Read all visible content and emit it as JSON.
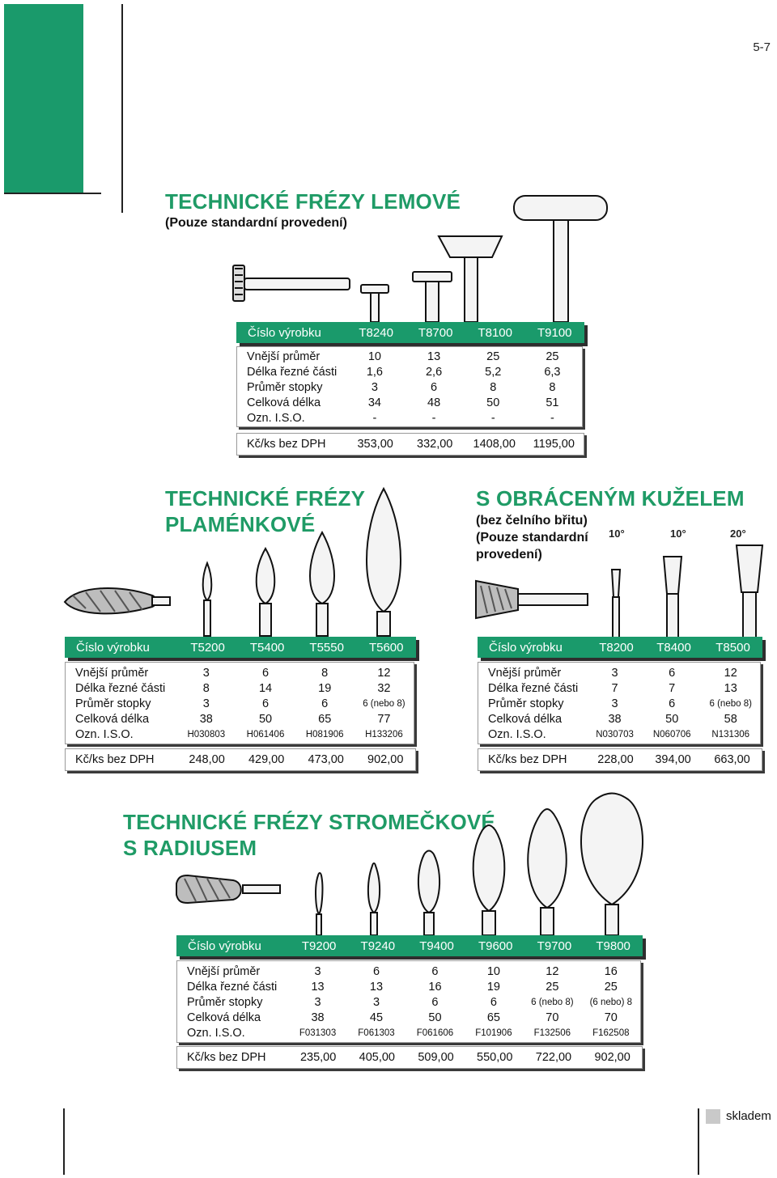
{
  "page_number": "5-7",
  "sections": {
    "lemove": {
      "title": "TECHNICKÉ FRÉZY LEMOVÉ",
      "subtitle": "(Pouze standardní provedení)",
      "header": [
        "Číslo výrobku",
        "T8240",
        "T8700",
        "T8100",
        "T9100"
      ],
      "rows": [
        [
          "Vnější průměr",
          "10",
          "13",
          "25",
          "25"
        ],
        [
          "Délka řezné části",
          "1,6",
          "2,6",
          "5,2",
          "6,3"
        ],
        [
          "Průměr stopky",
          "3",
          "6",
          "8",
          "8"
        ],
        [
          "Celková délka",
          "34",
          "48",
          "50",
          "51"
        ],
        [
          "Ozn. I.S.O.",
          "-",
          "-",
          "-",
          "-"
        ]
      ],
      "price": [
        "Kč/ks bez DPH",
        "353,00",
        "332,00",
        "1408,00",
        "1195,00"
      ]
    },
    "plamenkove": {
      "title_line1": "TECHNICKÉ FRÉZY",
      "title_line2": "PLAMÉNKOVÉ",
      "header": [
        "Číslo výrobku",
        "T5200",
        "T5400",
        "T5550",
        "T5600"
      ],
      "rows": [
        [
          "Vnější průměr",
          "3",
          "6",
          "8",
          "12"
        ],
        [
          "Délka řezné části",
          "8",
          "14",
          "19",
          "32"
        ],
        [
          "Průměr stopky",
          "3",
          "6",
          "6",
          "6 (nebo 8)"
        ],
        [
          "Celková délka",
          "38",
          "50",
          "65",
          "77"
        ],
        [
          "Ozn. I.S.O.",
          "H030803",
          "H061406",
          "H081906",
          "H133206"
        ]
      ],
      "price": [
        "Kč/ks bez DPH",
        "248,00",
        "429,00",
        "473,00",
        "902,00"
      ]
    },
    "kuzel": {
      "title": "S OBRÁCENÝM KUŽELEM",
      "sub1": "(bez čelního břitu)",
      "sub2": "(Pouze standardní",
      "sub3": "provedení)",
      "angles": [
        "10°",
        "10°",
        "20°"
      ],
      "header": [
        "Číslo výrobku",
        "T8200",
        "T8400",
        "T8500"
      ],
      "rows": [
        [
          "Vnější průměr",
          "3",
          "6",
          "12"
        ],
        [
          "Délka řezné části",
          "7",
          "7",
          "13"
        ],
        [
          "Průměr stopky",
          "3",
          "6",
          "6 (nebo 8)"
        ],
        [
          "Celková délka",
          "38",
          "50",
          "58"
        ],
        [
          "Ozn. I.S.O.",
          "N030703",
          "N060706",
          "N131306"
        ]
      ],
      "price": [
        "Kč/ks bez DPH",
        "228,00",
        "394,00",
        "663,00"
      ]
    },
    "stromeckove": {
      "title_line1": "TECHNICKÉ FRÉZY STROMEČKOVÉ",
      "title_line2": "S RADIUSEM",
      "header": [
        "Číslo výrobku",
        "T9200",
        "T9240",
        "T9400",
        "T9600",
        "T9700",
        "T9800"
      ],
      "rows": [
        [
          "Vnější průměr",
          "3",
          "6",
          "6",
          "10",
          "12",
          "16"
        ],
        [
          "Délka řezné části",
          "13",
          "13",
          "16",
          "19",
          "25",
          "25"
        ],
        [
          "Průměr stopky",
          "3",
          "3",
          "6",
          "6",
          "6 (nebo 8)",
          "(6 nebo) 8"
        ],
        [
          "Celková délka",
          "38",
          "45",
          "50",
          "65",
          "70",
          "70"
        ],
        [
          "Ozn. I.S.O.",
          "F031303",
          "F061303",
          "F061606",
          "F101906",
          "F132506",
          "F162508"
        ]
      ],
      "price": [
        "Kč/ks bez DPH",
        "235,00",
        "405,00",
        "509,00",
        "550,00",
        "722,00",
        "902,00"
      ]
    }
  },
  "legend": {
    "label": "skladem",
    "color": "#c9c9c9"
  },
  "colors": {
    "accent": "#1a9a6b",
    "title": "#1f9b66"
  }
}
